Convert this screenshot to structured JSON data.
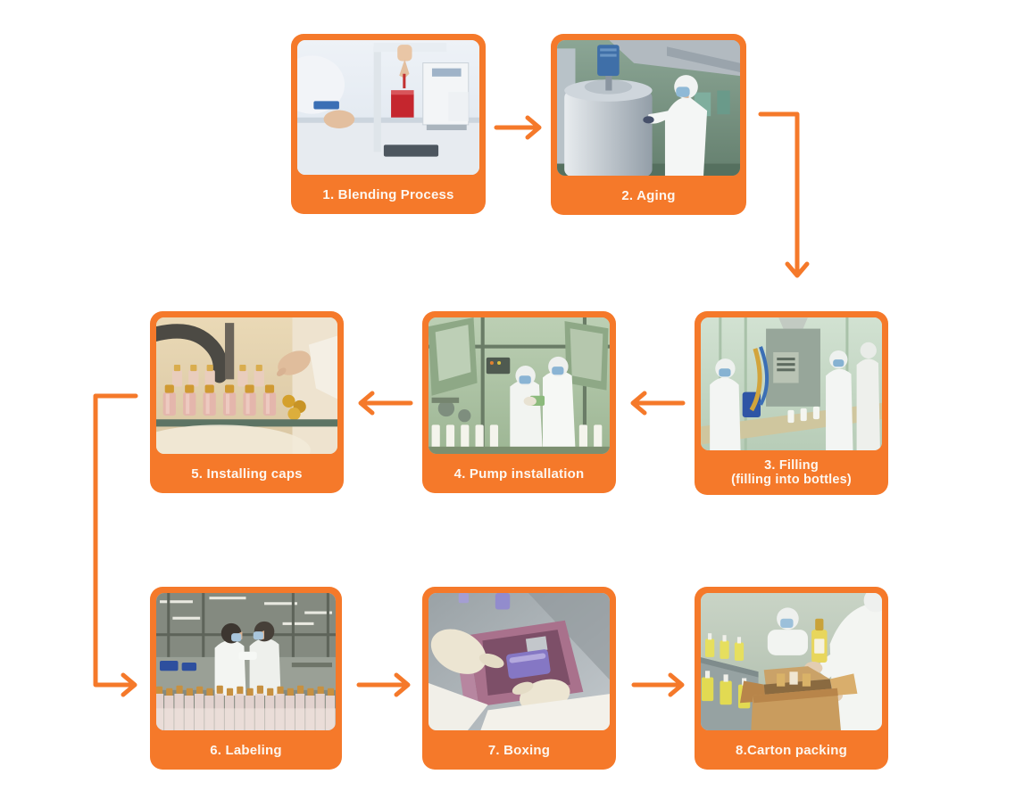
{
  "diagram": {
    "type": "process-flowchart",
    "subject": "cosmetics production line steps",
    "background": "#ffffff"
  },
  "colors": {
    "accent_orange": "#f5792a",
    "caption_text": "#fdf7f0"
  },
  "steps": [
    {
      "id": 1,
      "label": "1. Blending Process",
      "photo": "laboratory-blending-scene"
    },
    {
      "id": 2,
      "label": "2. Aging",
      "photo": "steel-aging-tank-scene"
    },
    {
      "id": 3,
      "label": "3. Filling\n(filling into bottles)",
      "photo": "bottle-filling-line-scene"
    },
    {
      "id": 4,
      "label": "4. Pump installation",
      "photo": "pump-installation-scene"
    },
    {
      "id": 5,
      "label": "5. Installing caps",
      "photo": "installing-caps-scene"
    },
    {
      "id": 6,
      "label": "6. Labeling",
      "photo": "labeling-hall-scene"
    },
    {
      "id": 7,
      "label": "7. Boxing",
      "photo": "boxing-scene"
    },
    {
      "id": 8,
      "label": "8.Carton packing",
      "photo": "carton-packing-scene"
    }
  ],
  "flow": [
    {
      "from": 1,
      "to": 2,
      "shape": "right-arrow"
    },
    {
      "from": 2,
      "to": 3,
      "shape": "elbow-right-then-down-arrow"
    },
    {
      "from": 3,
      "to": 4,
      "shape": "left-arrow"
    },
    {
      "from": 4,
      "to": 5,
      "shape": "left-arrow"
    },
    {
      "from": 5,
      "to": 6,
      "shape": "elbow-left-down-then-right-arrow"
    },
    {
      "from": 6,
      "to": 7,
      "shape": "right-arrow"
    },
    {
      "from": 7,
      "to": 8,
      "shape": "right-arrow"
    }
  ]
}
